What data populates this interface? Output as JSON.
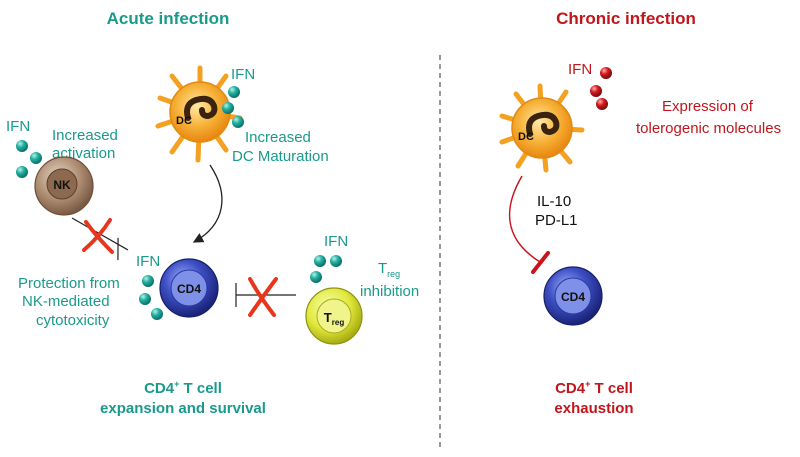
{
  "acute": {
    "title": "Acute infection",
    "dc_label": "DC",
    "ifn_dc": "IFN",
    "dc_caption_1": "Increased",
    "dc_caption_2": "DC Maturation",
    "ifn_nk": "IFN",
    "nk_caption_1": "Increased",
    "nk_caption_2": "activation",
    "nk_label": "NK",
    "ifn_cd4": "IFN",
    "cd4_label": "CD4",
    "protection_1": "Protection from",
    "protection_2": "NK-mediated",
    "protection_3": "cytotoxicity",
    "ifn_treg": "IFN",
    "treg_t": "T",
    "treg_sub": "reg",
    "treg_inhib_t": "T",
    "treg_inhib_sub": "reg",
    "treg_inhib_word": "inhibition",
    "summary_1a": "CD4",
    "summary_1sup": "+",
    "summary_1b": " T cell",
    "summary_2": "expansion and survival"
  },
  "chronic": {
    "title": "Chronic infection",
    "dc_label": "DC",
    "ifn_label": "IFN",
    "tolero_1": "Expression of",
    "tolero_2": "tolerogenic molecules",
    "il10": "IL-10",
    "pdl1": "PD-L1",
    "cd4_label": "CD4",
    "summary_1a": "CD4",
    "summary_1sup": "+",
    "summary_1b": " T cell",
    "summary_2": "exhaustion"
  },
  "colors": {
    "acute_text": "#1a9a8c",
    "chronic_text": "#c0161c",
    "dc_orange": "#f5a623",
    "ifn_teal": "#1aa39a",
    "ifn_red": "#c8141b",
    "nk_brown": "#9b7a60",
    "cd4_blue": "#2a3a9e",
    "treg_yellow": "#e6ec3a",
    "block_red": "#e8361e"
  }
}
